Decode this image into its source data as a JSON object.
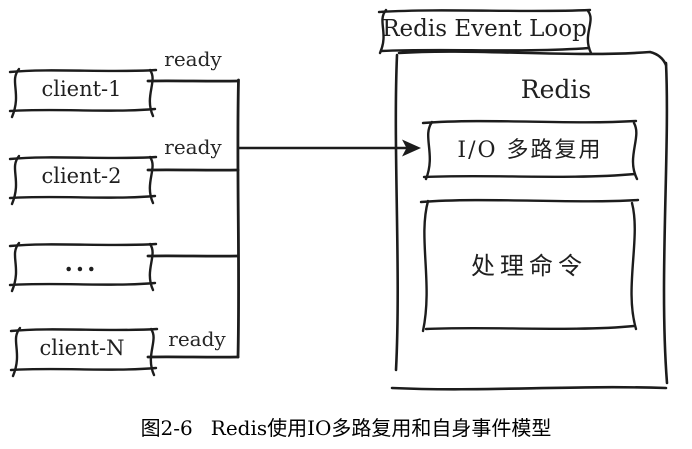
{
  "figure": {
    "clients": [
      {
        "label": "client-1",
        "signal": "ready"
      },
      {
        "label": "client-2",
        "signal": "ready"
      },
      {
        "label": "...",
        "signal": ""
      },
      {
        "label": "client-N",
        "signal": "ready"
      }
    ],
    "event_loop": {
      "title": "Redis Event Loop",
      "server_label": "Redis",
      "io_multiplexing": "I/O 多路复用",
      "command_processing": "处理命令"
    },
    "caption": {
      "number": "图2-6",
      "text": "Redis使用IO多路复用和自身事件模型"
    },
    "colors": {
      "stroke": "#1c1c1c",
      "background": "#ffffff"
    }
  }
}
